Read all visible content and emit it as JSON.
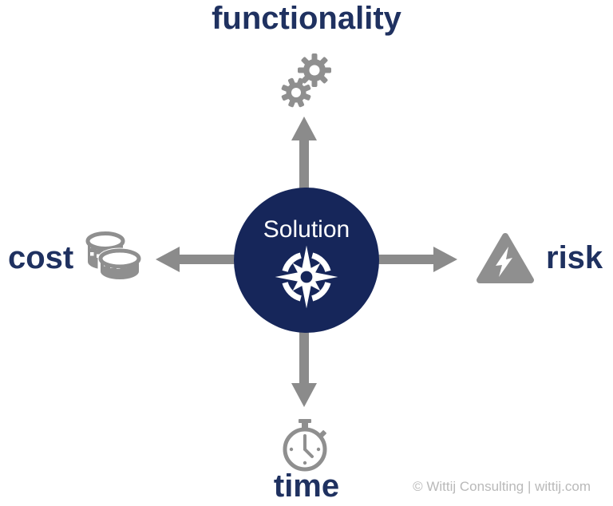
{
  "diagram": {
    "center": {
      "label": "Solution",
      "icon": "compass-icon"
    },
    "axes": [
      {
        "direction": "up",
        "label": "functionality",
        "icon": "gears-icon"
      },
      {
        "direction": "left",
        "label": "cost",
        "icon": "coins-icon"
      },
      {
        "direction": "right",
        "label": "risk",
        "icon": "warning-lightning-icon"
      },
      {
        "direction": "down",
        "label": "time",
        "icon": "stopwatch-icon"
      }
    ],
    "footer": "© Wittij Consulting | wittij.com",
    "colors": {
      "navy_circle": "#16265A",
      "label_navy": "#1F3160",
      "arrow_gray": "#8B8B8B",
      "icon_gray": "#8F8F8F",
      "footer_gray": "#B9B9B9",
      "background": "#FFFFFF"
    }
  }
}
